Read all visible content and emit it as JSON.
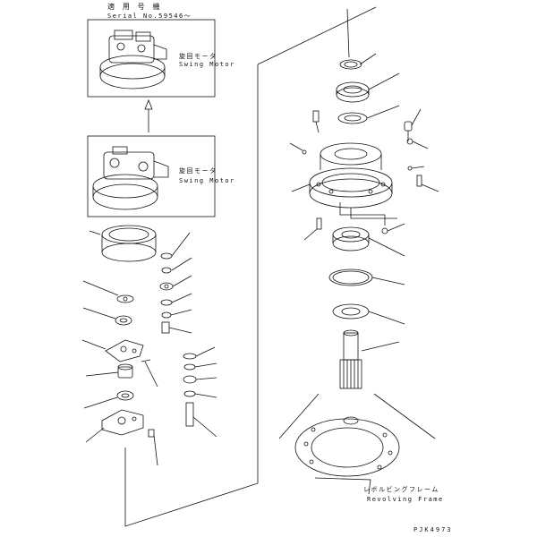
{
  "header": {
    "applicable_model_label": "適 用 号 機",
    "serial": "Serial No.59546～"
  },
  "callouts": {
    "swing_motor_new": {
      "jp": "旋回モータ",
      "en": "Swing Motor"
    },
    "swing_motor_old": {
      "jp": "旋回モータ",
      "en": "Swing Motor"
    },
    "revolving_frame": {
      "jp": "レボルビングフレーム",
      "en": "Revolving Frame"
    }
  },
  "drawing_code": "PJK4973",
  "colors": {
    "ink": "#111111",
    "paper": "#ffffff"
  }
}
